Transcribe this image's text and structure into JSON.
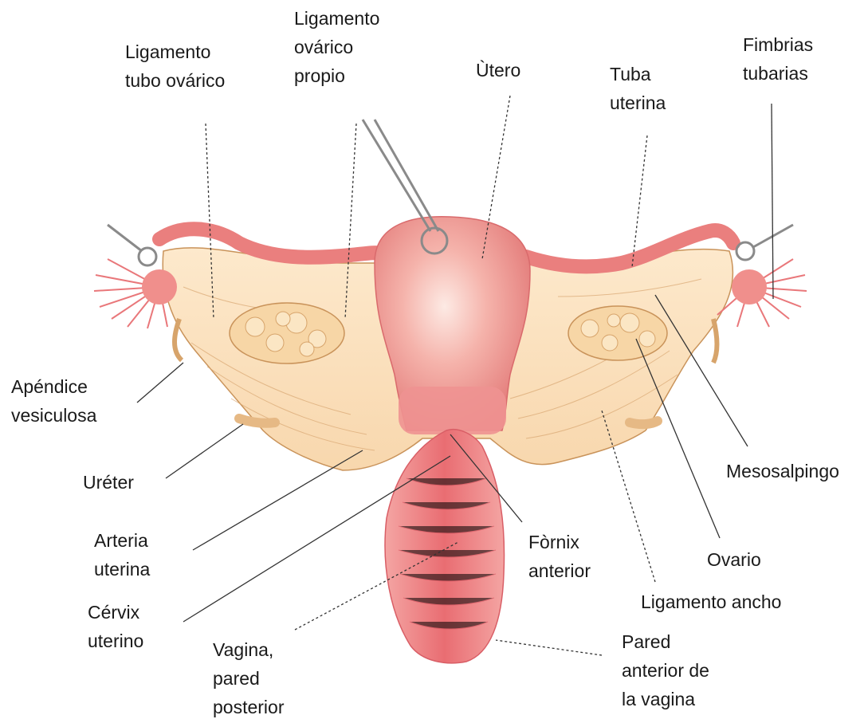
{
  "labels": {
    "ligamento_tubo_ovarico": "Ligamento\ntubo ovárico",
    "ligamento_ovarico_propio": "Ligamento\novárico\npropio",
    "utero": "Ùtero",
    "tuba_uterina": "Tuba\nuterina",
    "fimbrias_tubarias": "Fimbrias\ntubarias",
    "apendice_vesiculosa": "Apéndice\nvesiculosa",
    "ureter": "Uréter",
    "arteria_uterina": "Arteria\nuterina",
    "cervix_uterino": "Cérvix\nuterino",
    "vagina_pared_posterior": "Vagina,\npared\nposterior",
    "fornix_anterior": "Fòrnix\nanterior",
    "mesosalpingo": "Mesosalpingo",
    "ovario": "Ovario",
    "ligamento_ancho": "Ligamento ancho",
    "pared_anterior_vagina": "Pared\nanterior de\nla vagina"
  },
  "colors": {
    "uterus": "#ec8a88",
    "uterus_highlight": "#fbd9d2",
    "ligament": "#fbe2bf",
    "ligament_stroke": "#c9935a",
    "ovary": "#f6d39f",
    "vagina": "#e9787a",
    "leader_line": "#333333"
  }
}
